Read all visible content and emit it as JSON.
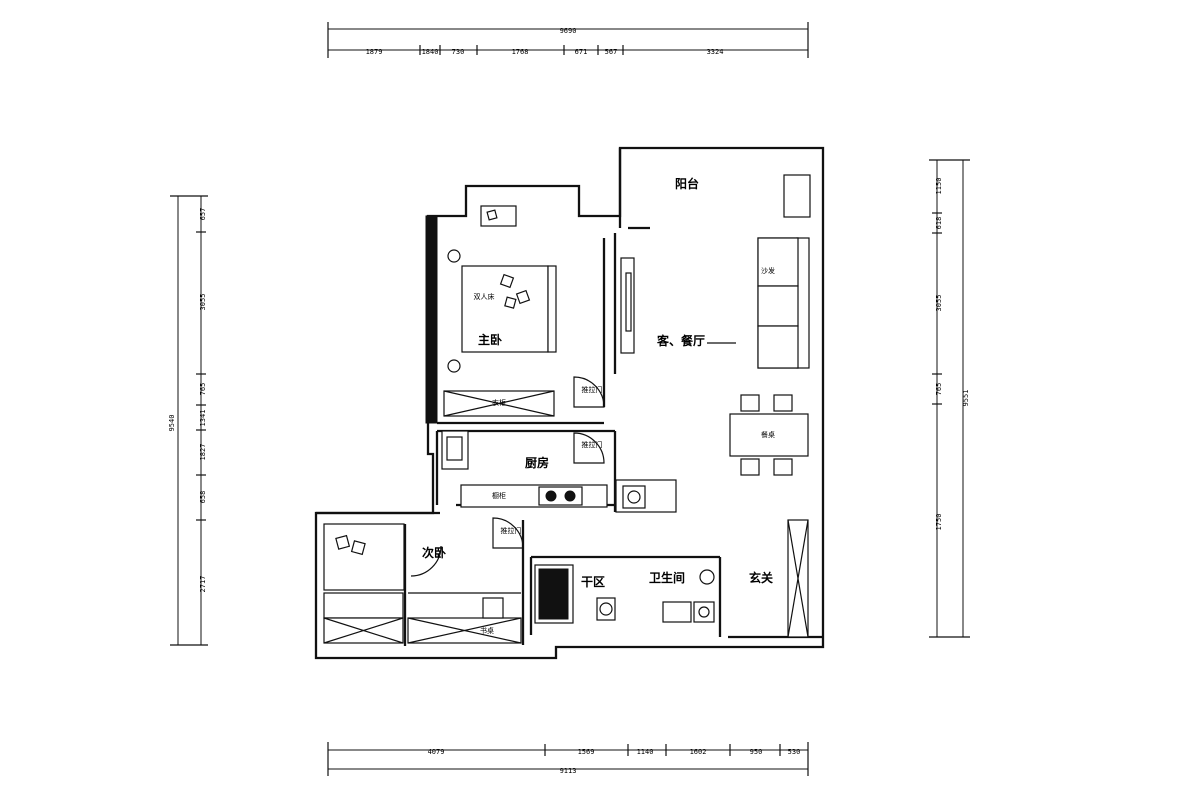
{
  "labels": {
    "rooms": {
      "balcony": "阳台",
      "living_dining": "客、餐厅",
      "master_bedroom": "主卧",
      "kitchen": "厨房",
      "second_bedroom": "次卧",
      "bathroom": "卫生间",
      "foyer": "玄关",
      "dry_area": "干区"
    },
    "small": {
      "double_bed": "双人床",
      "wardrobe": "衣柜",
      "sofa": "沙发",
      "table": "餐桌",
      "sliding_door_a": "推拉门",
      "sliding_door_b": "推拉门",
      "sliding_door_c": "推拉门",
      "desk": "书桌",
      "kitchen_cabinet": "橱柜"
    }
  },
  "dimensions": {
    "top_total": "9690",
    "top_segments": [
      "1879",
      "1840",
      "730",
      "1768",
      "671",
      "567",
      "3324"
    ],
    "bottom_segments": [
      "4079",
      "1569",
      "1140",
      "1602",
      "950",
      "530"
    ],
    "bottom_total": "9113",
    "left_segments": [
      "657",
      "3055",
      "765",
      "1341",
      "1827",
      "658",
      "2717"
    ],
    "left_total": "9540",
    "right_segments": [
      "1150",
      "618",
      "3055",
      "765",
      "1750"
    ],
    "right_total": "9551"
  }
}
